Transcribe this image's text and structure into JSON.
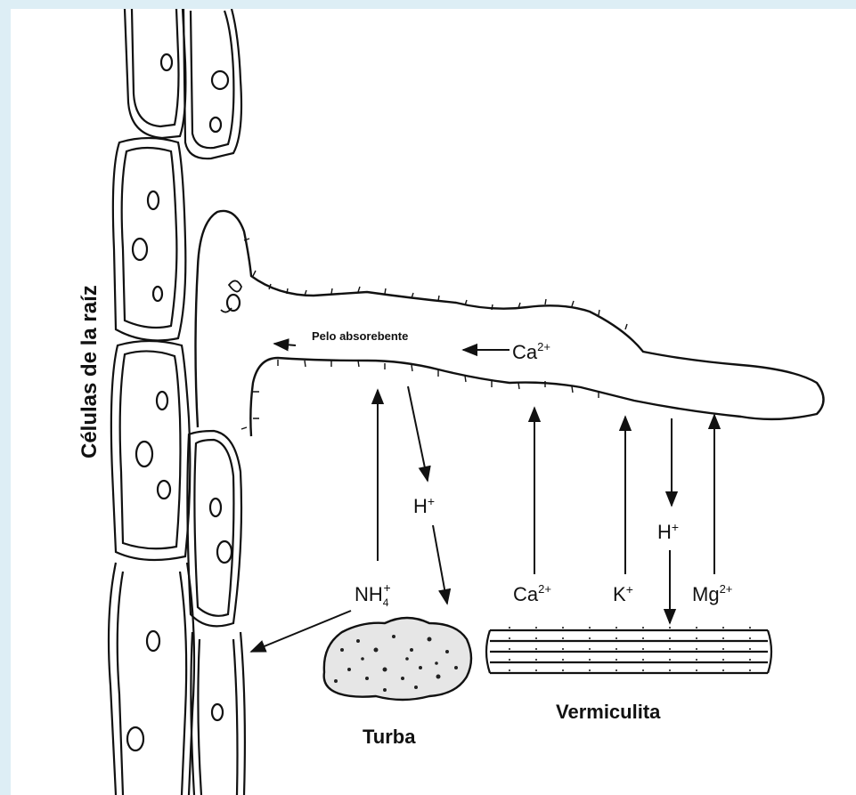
{
  "labels": {
    "root_cells": "Células de la raíz",
    "root_hair": "Pelo absorebente",
    "ca_top": "Ca",
    "ca_top_sup": "2+",
    "h_left": "H",
    "h_left_sup": "+",
    "nh": "NH",
    "nh_sub": "4",
    "nh_sup": "+",
    "ca_bottom": "Ca",
    "ca_bottom_sup": "2+",
    "k": "K",
    "k_sup": "+",
    "h_right": "H",
    "h_right_sup": "+",
    "mg": "Mg",
    "mg_sup": "2+",
    "turba": "Turba",
    "vermiculita": "Vermiculita"
  }
}
